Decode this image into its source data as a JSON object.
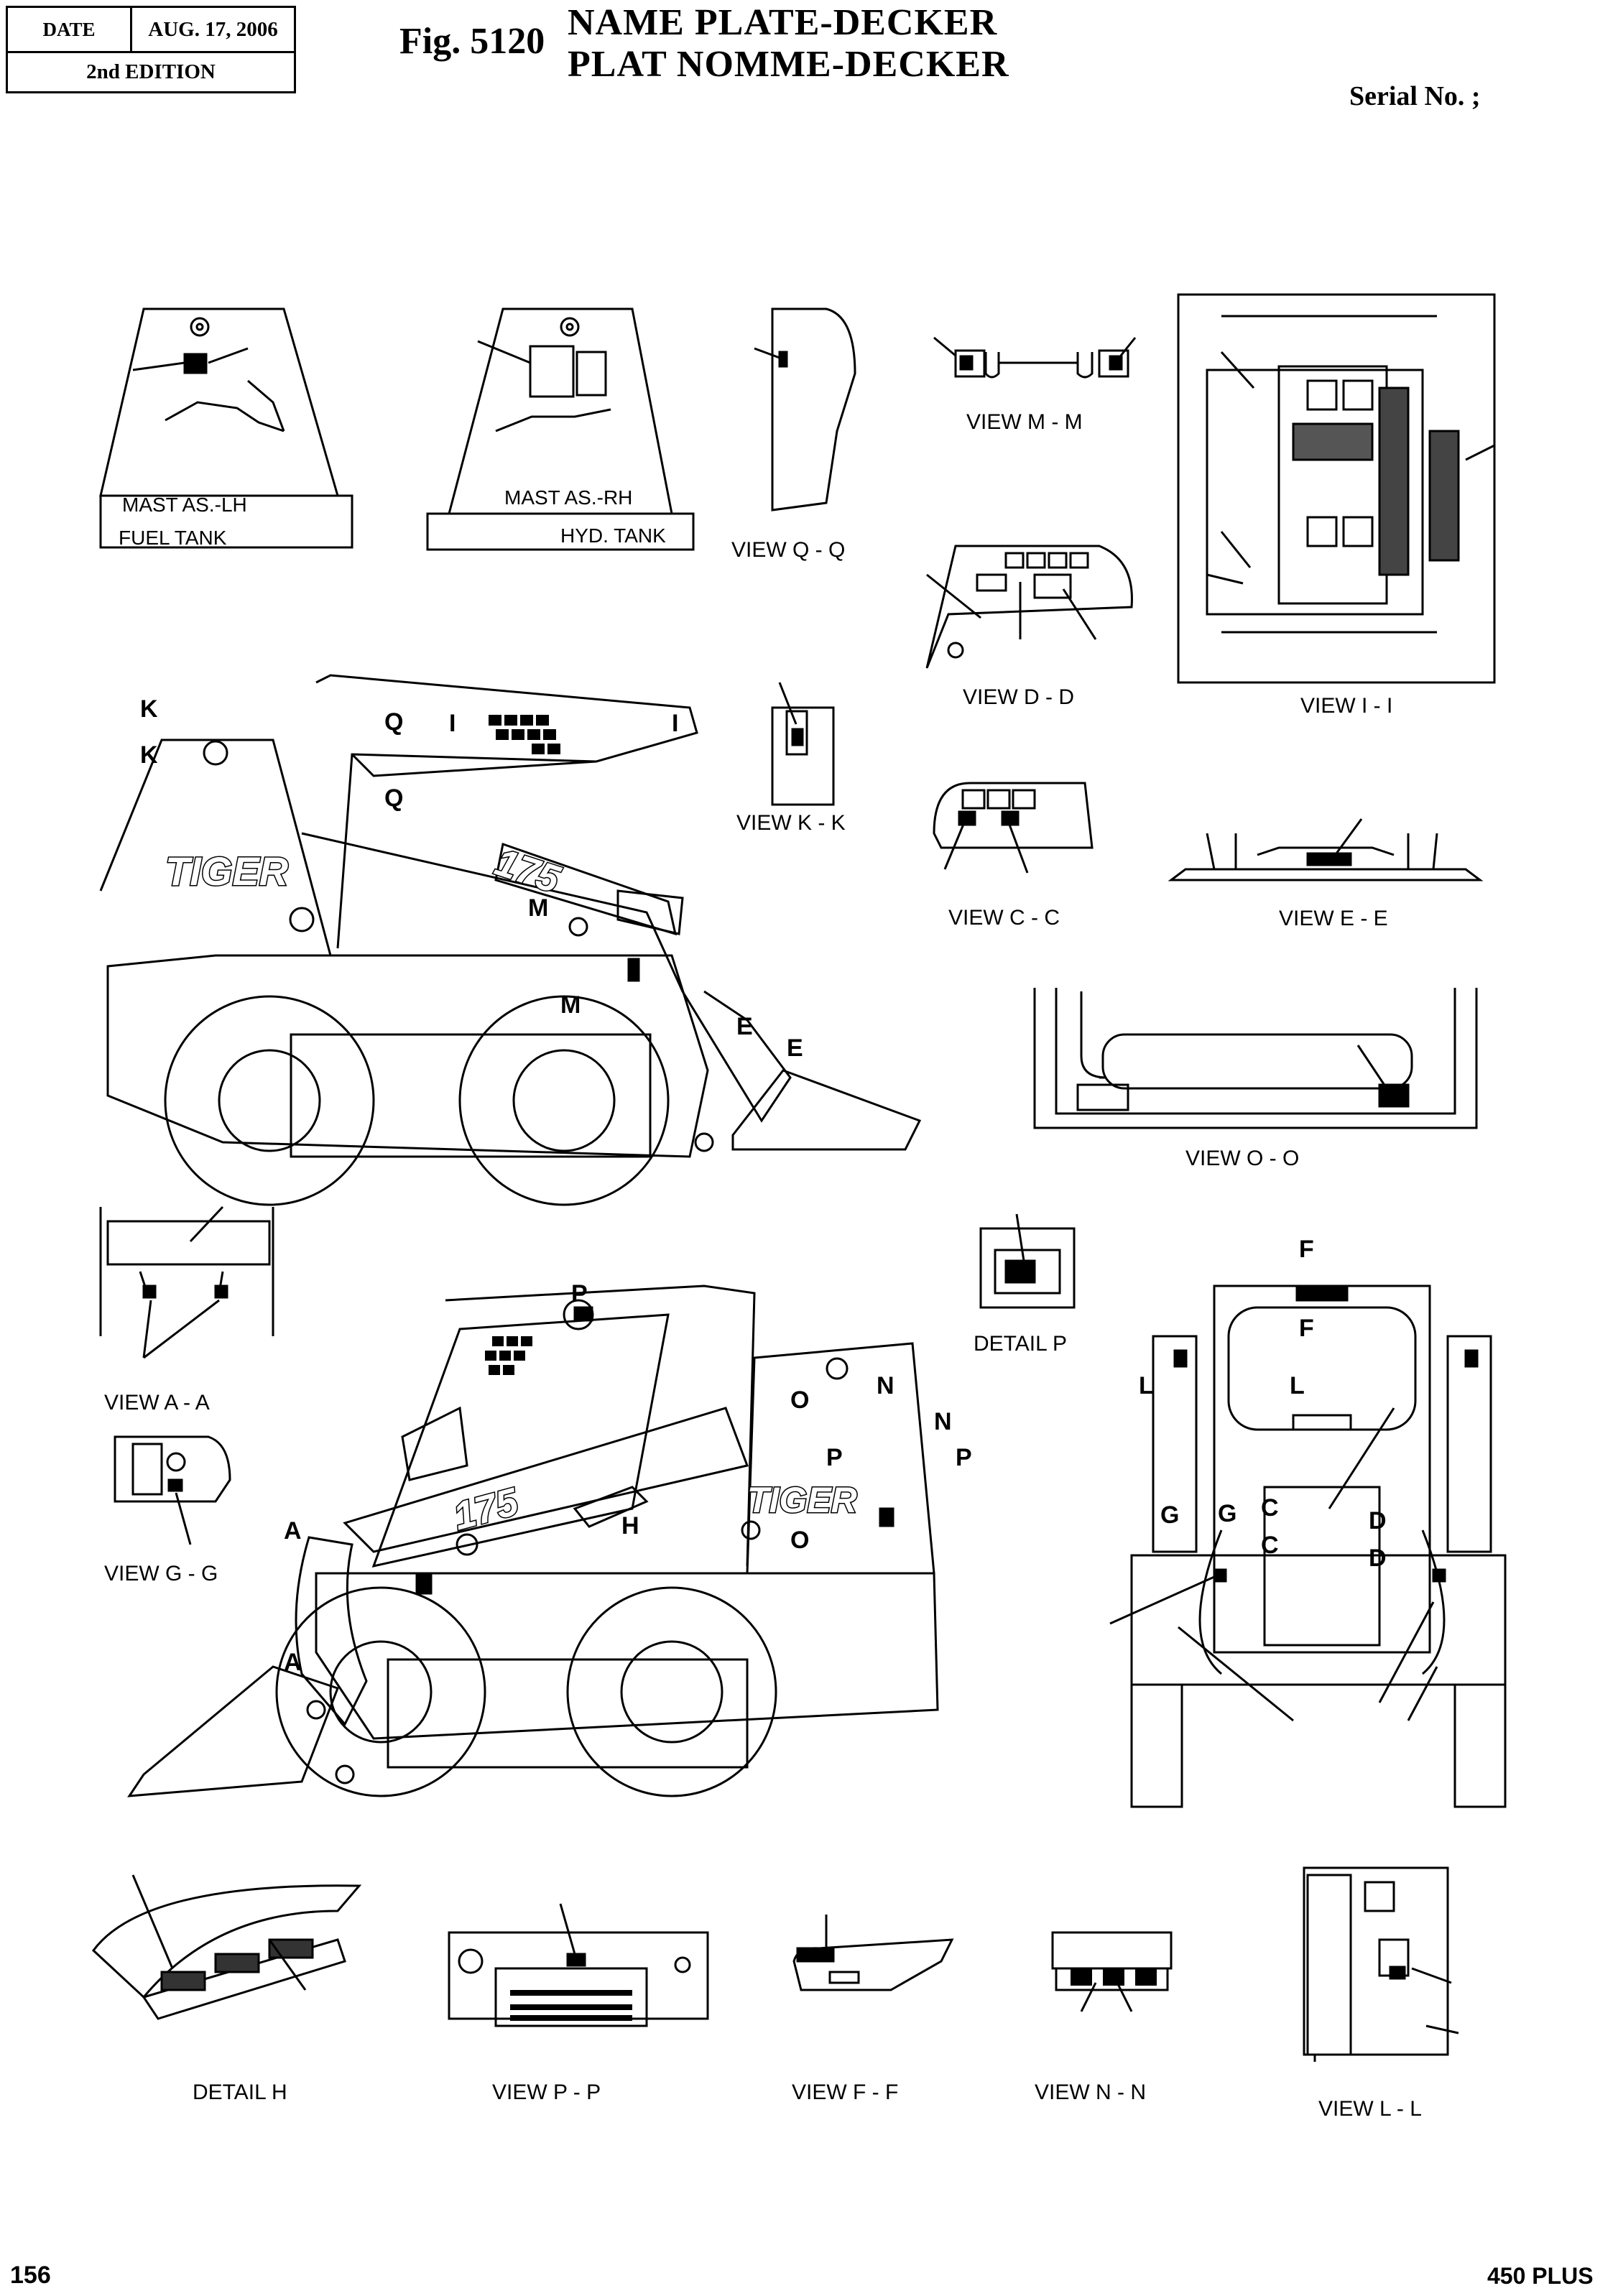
{
  "header": {
    "date_label": "DATE",
    "date_value": "AUG. 17, 2006",
    "edition": "2nd EDITION",
    "fig_number": "Fig. 5120",
    "title_en": "NAME PLATE-DECKER",
    "title_fr": "PLAT NOMME-DECKER",
    "serial_label": "Serial No. ;"
  },
  "footer": {
    "page_number": "156",
    "model": "450 PLUS"
  },
  "views": {
    "mast_lh": "MAST AS.-LH",
    "fuel_tank": "FUEL TANK",
    "mast_rh": "MAST AS.-RH",
    "hyd_tank": "HYD. TANK",
    "qq": "VIEW  Q - Q",
    "mm": "VIEW  M - M",
    "dd": "VIEW  D - D",
    "ii": "VIEW  I - I",
    "kk": "VIEW  K - K",
    "cc": "VIEW  C - C",
    "ee": "VIEW  E - E",
    "oo": "VIEW  O - O",
    "aa": "VIEW  A - A",
    "gg": "VIEW  G - G",
    "detail_p": "DETAIL  P",
    "detail_h": "DETAIL  H",
    "pp": "VIEW  P - P",
    "ff": "VIEW  F - F",
    "nn": "VIEW  N - N",
    "ll": "VIEW  L - L"
  },
  "markers": {
    "K": "K",
    "Q": "Q",
    "I": "I",
    "M": "M",
    "E": "E",
    "P": "P",
    "N": "N",
    "O": "O",
    "H": "H",
    "A": "A",
    "F": "F",
    "L": "L",
    "G": "G",
    "C": "C",
    "D": "D"
  },
  "decals": {
    "brand": "TIGER",
    "model_number": "175"
  }
}
